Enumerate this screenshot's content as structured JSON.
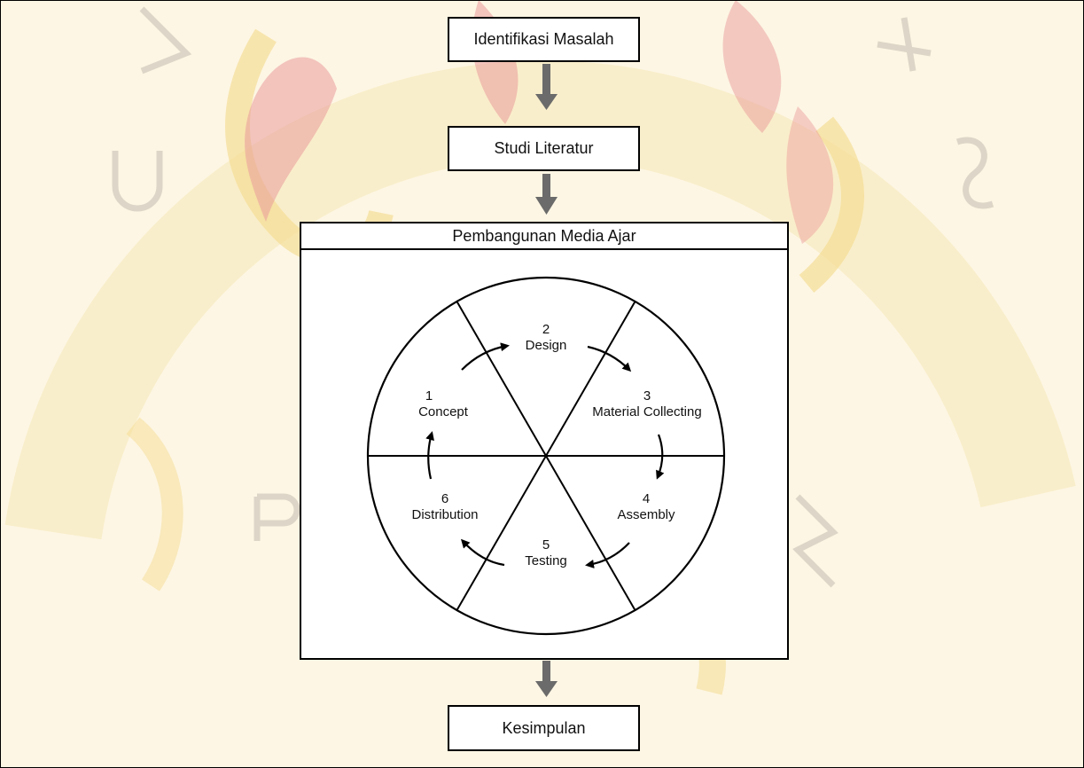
{
  "flow": {
    "step1": "Identifikasi Masalah",
    "step2": "Studi Literatur",
    "stage_title": "Pembangunan Media Ajar",
    "step4": "Kesimpulan"
  },
  "cycle": [
    {
      "num": "1",
      "label": "Concept"
    },
    {
      "num": "2",
      "label": "Design"
    },
    {
      "num": "3",
      "label": "Material Collecting"
    },
    {
      "num": "4",
      "label": "Assembly"
    },
    {
      "num": "5",
      "label": "Testing"
    },
    {
      "num": "6",
      "label": "Distribution"
    }
  ],
  "colors": {
    "background": "#fdf6e4",
    "watermark_red": "#e98b8b",
    "watermark_yellow": "#f4da8a",
    "watermark_gray": "#d9d2c3",
    "arrow": "#6b6b6b"
  }
}
